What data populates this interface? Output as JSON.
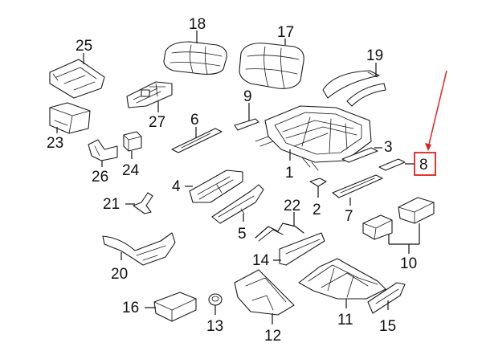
{
  "diagram": {
    "callouts": [
      {
        "id": "callout-25",
        "label": "25"
      },
      {
        "id": "callout-18",
        "label": "18"
      },
      {
        "id": "callout-17",
        "label": "17"
      },
      {
        "id": "callout-19",
        "label": "19"
      },
      {
        "id": "callout-9",
        "label": "9"
      },
      {
        "id": "callout-27",
        "label": "27"
      },
      {
        "id": "callout-23",
        "label": "23"
      },
      {
        "id": "callout-6",
        "label": "6"
      },
      {
        "id": "callout-3",
        "label": "3"
      },
      {
        "id": "callout-8",
        "label": "8"
      },
      {
        "id": "callout-26",
        "label": "26"
      },
      {
        "id": "callout-24",
        "label": "24"
      },
      {
        "id": "callout-1",
        "label": "1"
      },
      {
        "id": "callout-4",
        "label": "4"
      },
      {
        "id": "callout-2",
        "label": "2"
      },
      {
        "id": "callout-7",
        "label": "7"
      },
      {
        "id": "callout-21",
        "label": "21"
      },
      {
        "id": "callout-22",
        "label": "22"
      },
      {
        "id": "callout-5",
        "label": "5"
      },
      {
        "id": "callout-14",
        "label": "14"
      },
      {
        "id": "callout-10",
        "label": "10"
      },
      {
        "id": "callout-20",
        "label": "20"
      },
      {
        "id": "callout-16",
        "label": "16"
      },
      {
        "id": "callout-13",
        "label": "13"
      },
      {
        "id": "callout-12",
        "label": "12"
      },
      {
        "id": "callout-11",
        "label": "11"
      },
      {
        "id": "callout-15",
        "label": "15"
      }
    ],
    "highlight": {
      "callout": "8",
      "color": "#e02020"
    }
  }
}
